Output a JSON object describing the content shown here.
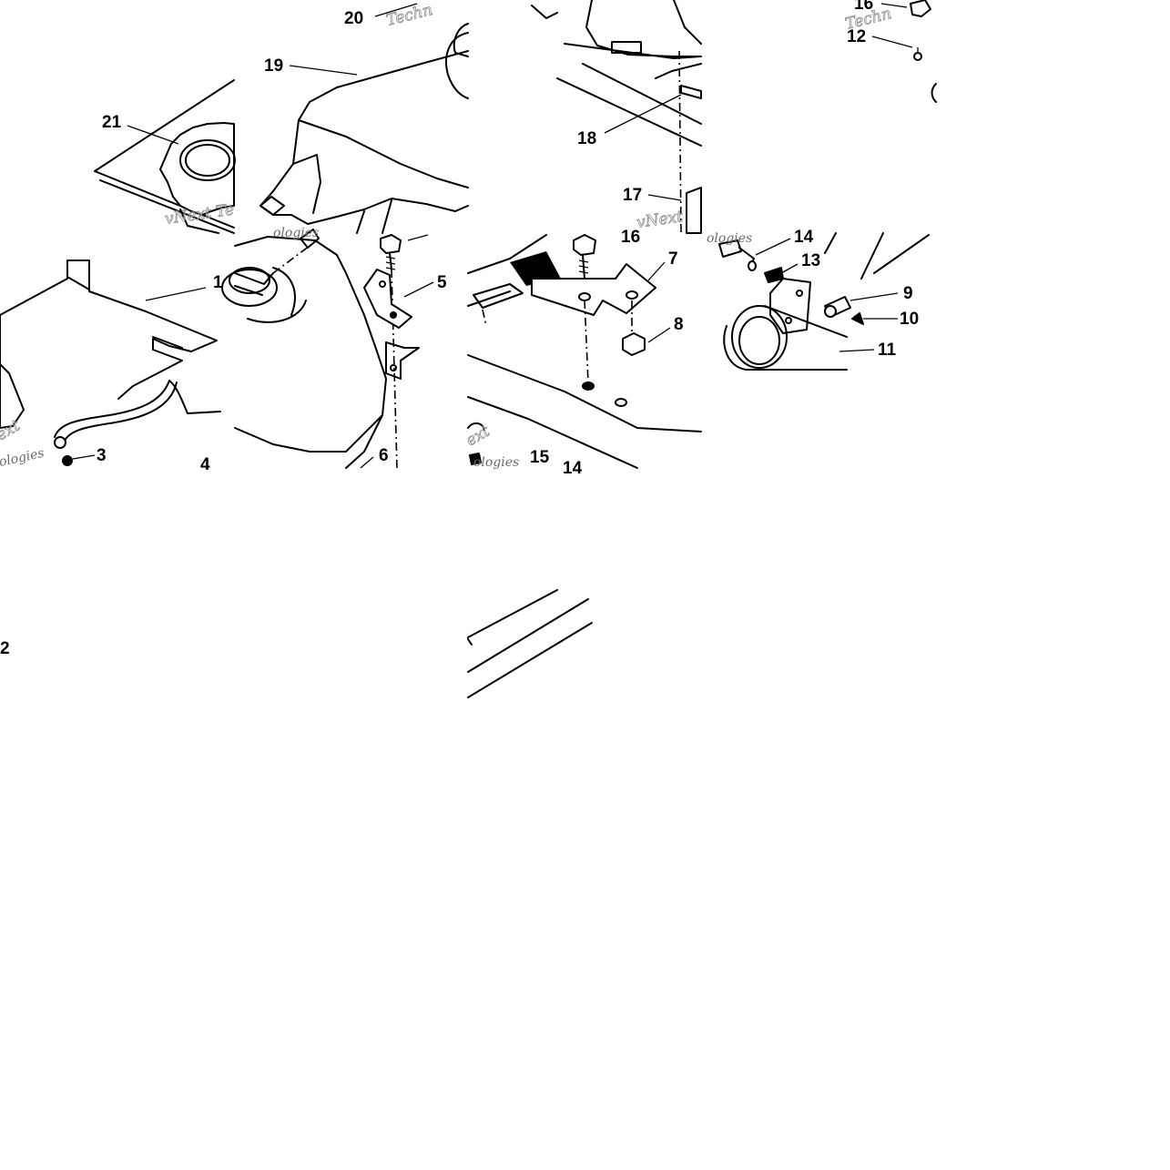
{
  "callouts": {
    "n1": "1",
    "n2": "2",
    "n3": "3",
    "n4": "4",
    "n5": "5",
    "n6": "6",
    "n7": "7",
    "n8": "8",
    "n9": "9",
    "n10": "10",
    "n11": "11",
    "n12": "12",
    "n13": "13",
    "n14a": "14",
    "n14b": "14",
    "n15": "15",
    "n16a": "16",
    "n16b": "16",
    "n17": "17",
    "n18": "18",
    "n19": "19",
    "n20": "20",
    "n21": "21"
  },
  "watermark": {
    "brand_a": "vNext Te",
    "brand_b": "vNext",
    "brand_c": "Techn",
    "brand_d": "Techn",
    "brand_e": "ologies",
    "brand_f": "ologies",
    "brand_g": "ologies",
    "brand_h": "ext",
    "brand_i": "ext"
  }
}
